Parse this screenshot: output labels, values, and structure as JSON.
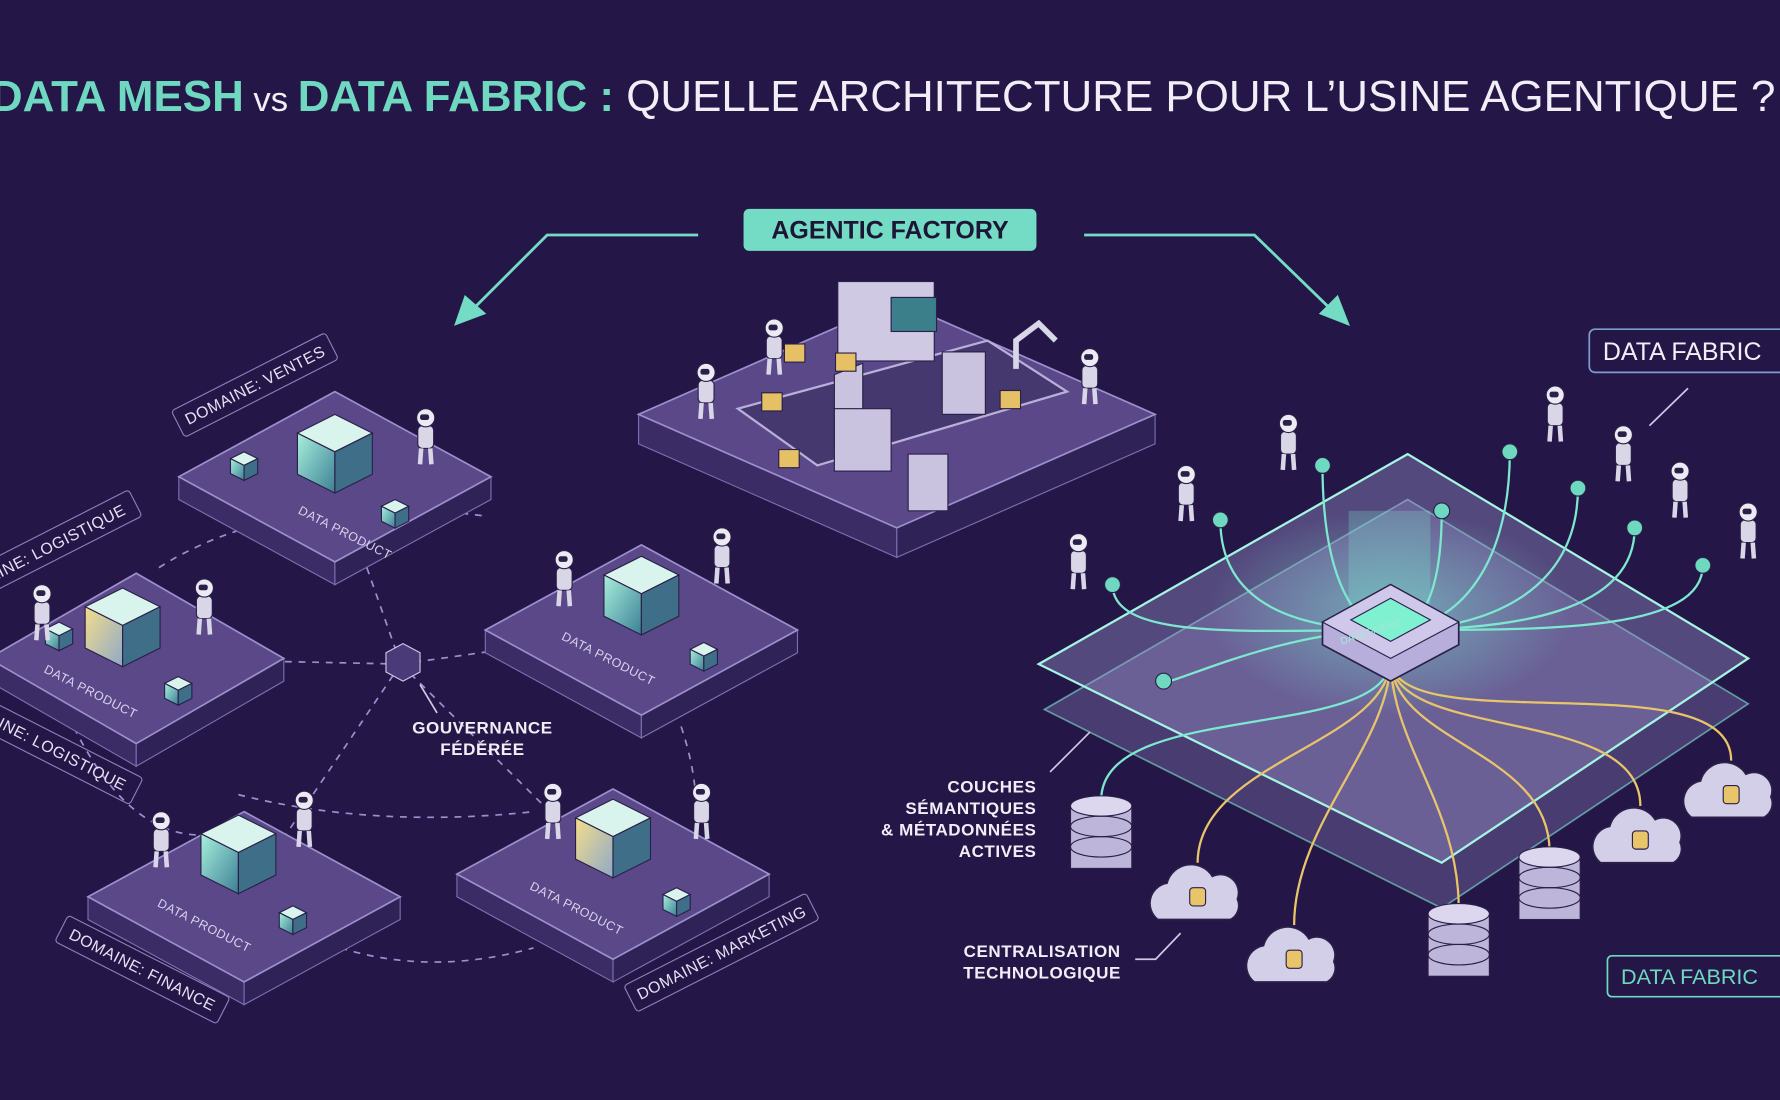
{
  "title": {
    "part1": "DATA MESH",
    "part2": " vs ",
    "part3": "DATA FABRIC :",
    "part4": " QUELLE ARCHITECTURE POUR L’USINE AGENTIQUE ?"
  },
  "center_badge": "AGENTIC FACTORY",
  "mesh": {
    "domains": [
      "DOMAINE: VENTES",
      "DOMAINE: LOGISTIQUE",
      "DOMAINE: LOGISTIQUE",
      "DOMAINE: FINANCE",
      "DOMAINE: MARKETING"
    ],
    "data_product_label": "DATA PRODUCT",
    "governance": [
      "GOUVERNANCE",
      "FÉDÉRÉE"
    ]
  },
  "fabric": {
    "label_top": "DATA FABRIC",
    "label_bottom": "DATA FABRIC",
    "server_label": "DATA FABRIC",
    "layers_note": [
      "COUCHES",
      "SÉMANTIQUES",
      "& MÉTADONNÉES",
      "ACTIVES"
    ],
    "central_note": [
      "CENTRALISATION",
      "TECHNOLOGIQUE"
    ]
  },
  "colors": {
    "background": "#241647",
    "accent": "#6fd8c0",
    "platform": "#5a4889",
    "wire_gold": "#e8c46a"
  }
}
